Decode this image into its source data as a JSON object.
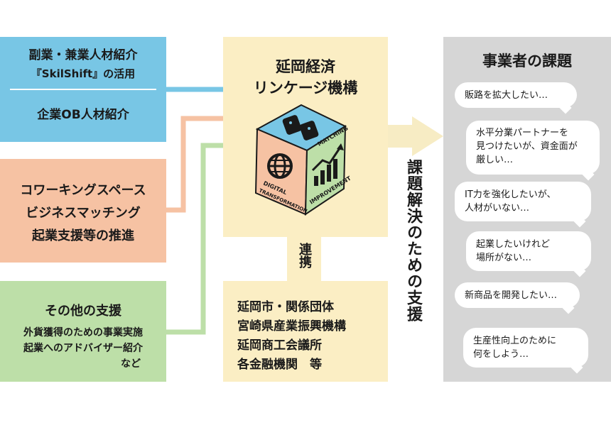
{
  "left": {
    "blue": {
      "line1": "副業・兼業人材紹介",
      "line2": "『SkilShift』の活用",
      "line3": "企業OB人材紹介"
    },
    "orange": {
      "line1": "コワーキングスペース",
      "line2": "ビジネスマッチング",
      "line3": "起業支援等の推進"
    },
    "green": {
      "title": "その他の支援",
      "line1": "外貨獲得のための事業実施",
      "line2": "起業へのアドバイザー紹介",
      "line3": "など"
    }
  },
  "center": {
    "title_line1": "延岡経済",
    "title_line2": "リンケージ機構",
    "cube_labels": {
      "matching": "MATCHING",
      "digital": "DIGITAL",
      "transformation": "TRANSFORMATION",
      "improvement": "IMPROVEMENT"
    },
    "renkei": "連携",
    "partners": [
      "延岡市・関係団体",
      "宮崎県産業振興機構",
      "延岡商工会議所",
      "各金融機関　等"
    ]
  },
  "support_label": "課題解決のための支援",
  "right": {
    "title": "事業者の課題",
    "bubbles": [
      [
        "販路を拡大したい…"
      ],
      [
        "水平分業パートナーを",
        "見つけたいが、資金面が",
        "厳しい…"
      ],
      [
        "IT力を強化したいが、",
        "人材がいない…"
      ],
      [
        "起業したいけれど",
        "場所がない…"
      ],
      [
        "新商品を開発したい…"
      ],
      [
        "生産性向上のために",
        "何をしよう…"
      ]
    ]
  },
  "colors": {
    "blue": "#78c6e5",
    "orange": "#f6c2a3",
    "green": "#bddfa8",
    "cream": "#fbeec4",
    "gray": "#d6d6d6",
    "arrow": "#f7ecc4"
  }
}
